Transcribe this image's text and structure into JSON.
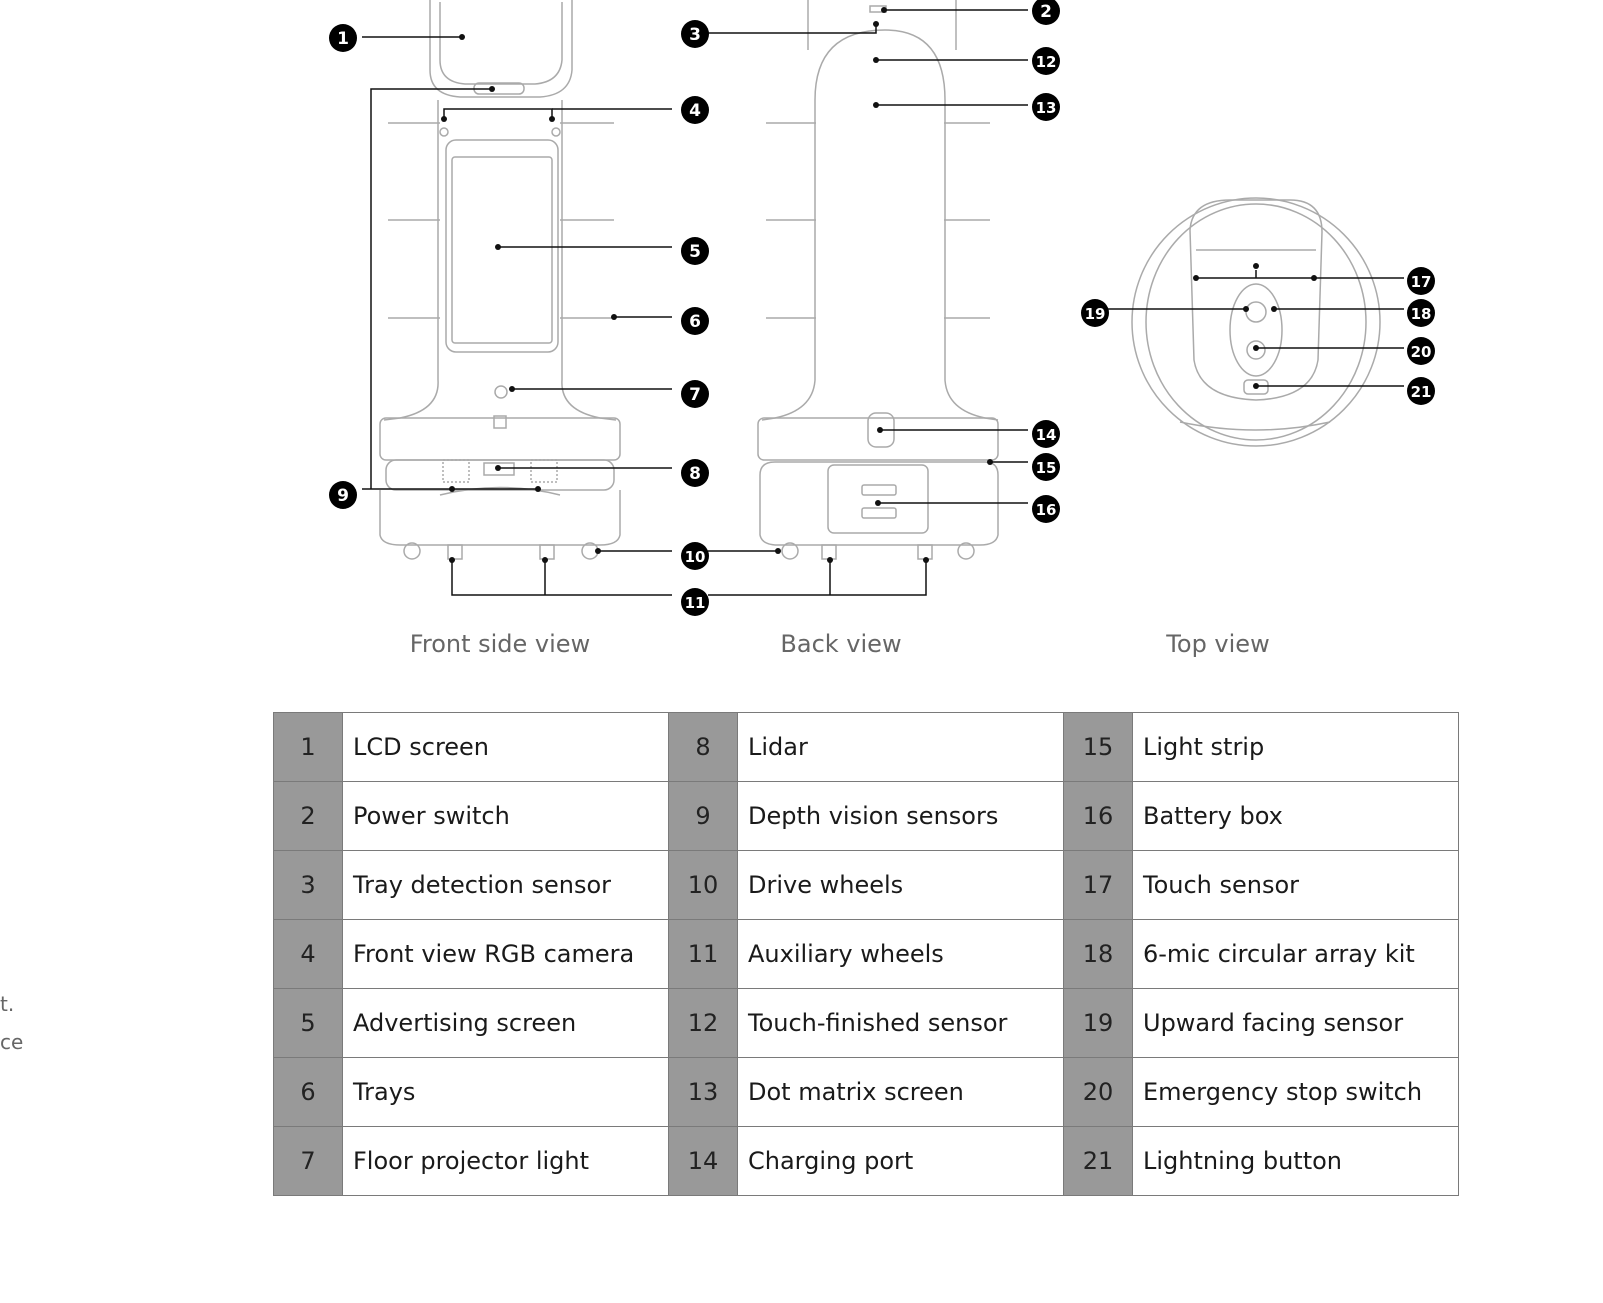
{
  "views": {
    "front": "Front side view",
    "back": "Back view",
    "top": "Top view"
  },
  "side_text": [
    "t.",
    "ce"
  ],
  "callouts": [
    "1",
    "2",
    "3",
    "4",
    "5",
    "6",
    "7",
    "8",
    "9",
    "10",
    "11",
    "12",
    "13",
    "14",
    "15",
    "16",
    "17",
    "18",
    "19",
    "20",
    "21"
  ],
  "legend": [
    [
      {
        "n": "1",
        "label": "LCD screen"
      },
      {
        "n": "8",
        "label": "Lidar"
      },
      {
        "n": "15",
        "label": "Light strip"
      }
    ],
    [
      {
        "n": "2",
        "label": "Power switch"
      },
      {
        "n": "9",
        "label": "Depth vision sensors"
      },
      {
        "n": "16",
        "label": "Battery box"
      }
    ],
    [
      {
        "n": "3",
        "label": "Tray detection sensor"
      },
      {
        "n": "10",
        "label": "Drive wheels"
      },
      {
        "n": "17",
        "label": "Touch sensor"
      }
    ],
    [
      {
        "n": "4",
        "label": "Front view RGB camera"
      },
      {
        "n": "11",
        "label": "Auxiliary wheels"
      },
      {
        "n": "18",
        "label": "6-mic circular array kit"
      }
    ],
    [
      {
        "n": "5",
        "label": "Advertising screen"
      },
      {
        "n": "12",
        "label": "Touch-finished sensor"
      },
      {
        "n": "19",
        "label": "Upward facing sensor"
      }
    ],
    [
      {
        "n": "6",
        "label": "Trays"
      },
      {
        "n": "13",
        "label": " Dot matrix screen"
      },
      {
        "n": "20",
        "label": "Emergency stop switch"
      }
    ],
    [
      {
        "n": "7",
        "label": "Floor projector light"
      },
      {
        "n": "14",
        "label": "Charging port"
      },
      {
        "n": "21",
        "label": "Lightning button"
      }
    ]
  ]
}
